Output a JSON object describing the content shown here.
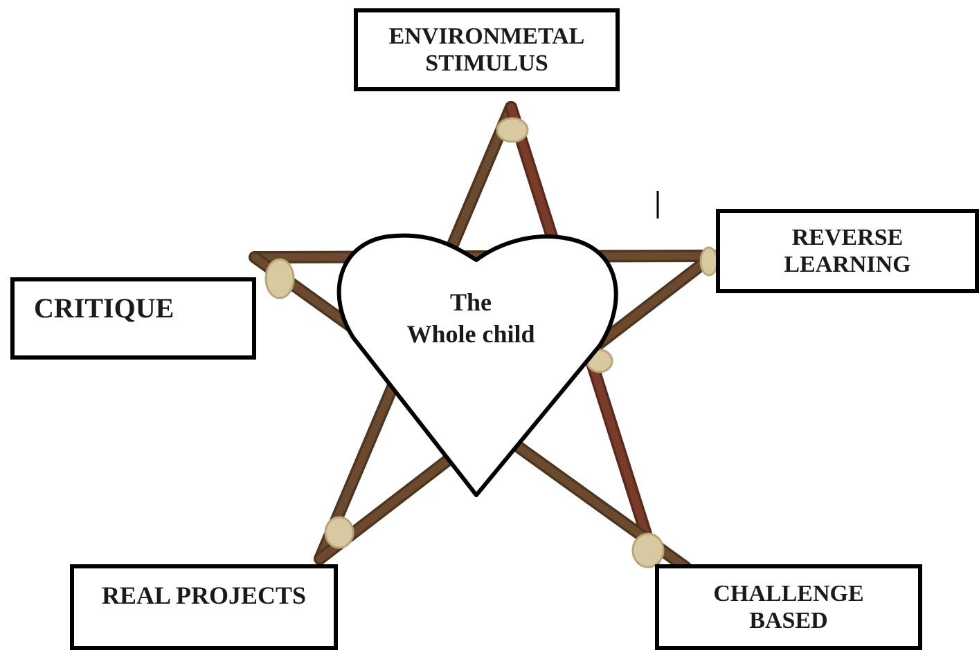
{
  "diagram": {
    "center": {
      "line1": "The",
      "line2": "Whole child"
    },
    "labels": {
      "top": {
        "line1": "ENVIRONMETAL",
        "line2": "STIMULUS"
      },
      "right": {
        "line1": "REVERSE",
        "line2": "LEARNING"
      },
      "left": {
        "line1": "CRITIQUE"
      },
      "bottom_left": {
        "line1": "REAL PROJECTS"
      },
      "bottom_right": {
        "line1": "CHALLENGE",
        "line2": "BASED"
      }
    },
    "colors": {
      "stick_dark": "#5a3d25",
      "stick_mid": "#6b4a2f",
      "stick_red": "#7a3b2a",
      "twine": "#d9c9a0",
      "heart_fill": "#ffffff",
      "outline": "#000000"
    }
  }
}
